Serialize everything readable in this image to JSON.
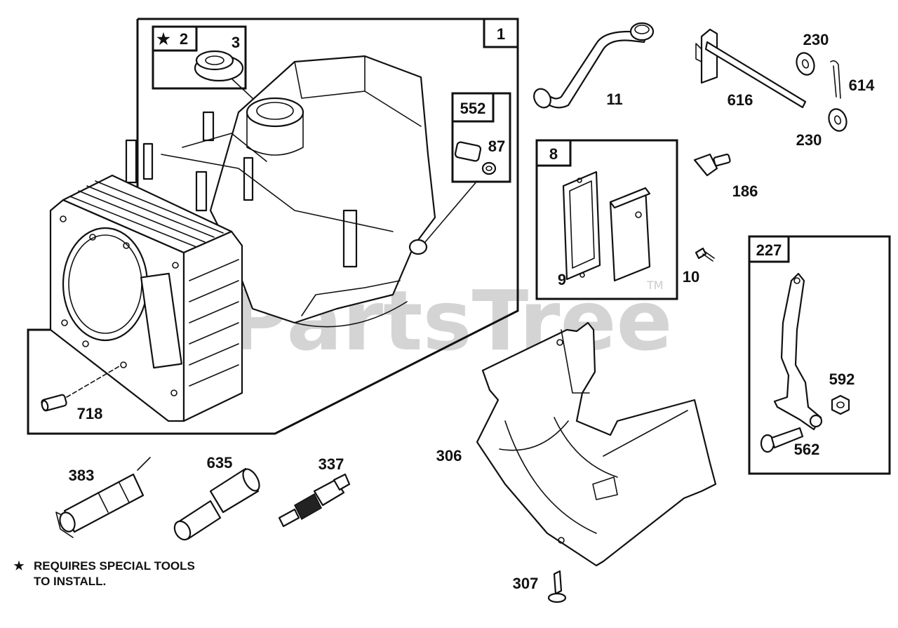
{
  "watermark": {
    "text": "PartsTree",
    "trademark": "TM"
  },
  "callouts": {
    "p1": "1",
    "p2": "2",
    "p3": "3",
    "p552": "552",
    "p87": "87",
    "p718": "718",
    "p11": "11",
    "p616": "616",
    "p230a": "230",
    "p614": "614",
    "p230b": "230",
    "p8": "8",
    "p9": "9",
    "p10": "10",
    "p186": "186",
    "p227": "227",
    "p592": "592",
    "p562": "562",
    "p306": "306",
    "p307": "307",
    "p383": "383",
    "p635": "635",
    "p337": "337"
  },
  "star_glyph": "★",
  "note": {
    "line1": "REQUIRES SPECIAL TOOLS",
    "line2": "TO INSTALL."
  },
  "colors": {
    "ink": "#111111",
    "watermark": "#d4d4d4",
    "background": "#ffffff"
  }
}
